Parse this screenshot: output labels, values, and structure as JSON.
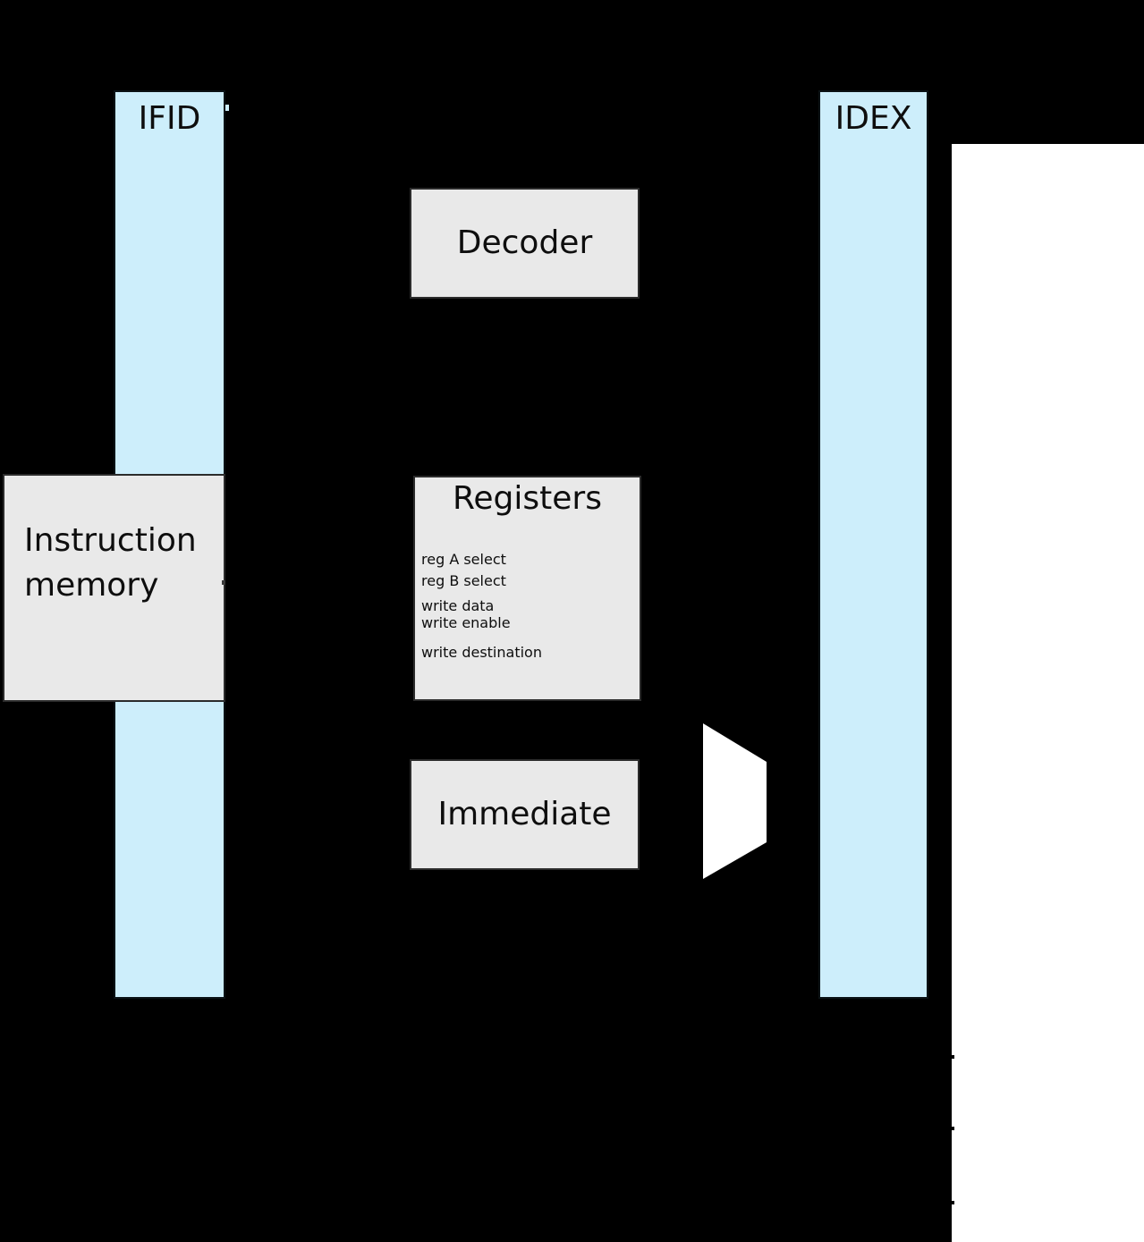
{
  "colors": {
    "background": "#000000",
    "panel": "#ffffff",
    "pipeline_register_fill": "#cdeefb",
    "block_fill": "#e9e9e9",
    "mux_fill": "#ffffff",
    "text": "#0e0e0e"
  },
  "pipeline_registers": {
    "ifid": {
      "label": "IFID"
    },
    "idex": {
      "label": "IDEX"
    }
  },
  "blocks": {
    "decoder": {
      "label": "Decoder"
    },
    "instruction_memory": {
      "label": "Instruction memory"
    },
    "registers": {
      "title": "Registers",
      "ports": {
        "reg_a_select": "reg A select",
        "reg_b_select": "reg B select",
        "write_data": "write data",
        "write_enable": "write enable",
        "write_destination": "write destination"
      }
    },
    "immediate": {
      "label": "Immediate"
    }
  }
}
